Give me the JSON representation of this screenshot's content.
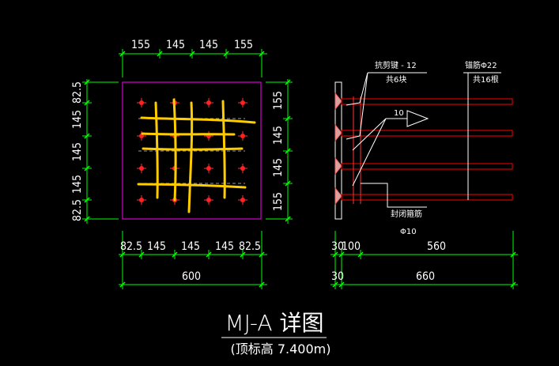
{
  "plan": {
    "top_dims": [
      "155",
      "145",
      "145",
      "155"
    ],
    "bottom_dims": [
      "82.5",
      "145",
      "145",
      "145",
      "82.5"
    ],
    "total": "600",
    "left_dims": [
      "82.5",
      "145",
      "145",
      "145",
      "82.5"
    ],
    "right_dims": [
      "155",
      "145",
      "145",
      "155"
    ]
  },
  "section": {
    "shear_key_label": "抗剪键 - 12",
    "shear_key_count": "共6块",
    "anchor_label": "锚筋Φ22",
    "anchor_count": "共16根",
    "weld_size": "10",
    "stirrup_label": "封闭箍筋",
    "stirrup_dia": "Φ10",
    "dim_30a": "30",
    "dim_100": "100",
    "dim_560": "560",
    "dim_30b": "30",
    "dim_660": "660"
  },
  "title": "MJ-A 详图",
  "subtitle": "(顶标高 7.400m)",
  "colors": {
    "dimension": "#00ff00",
    "plate": "#ff00ff",
    "bar": "#ff0000",
    "annotation": "#ffff00",
    "text": "#ffffff"
  }
}
